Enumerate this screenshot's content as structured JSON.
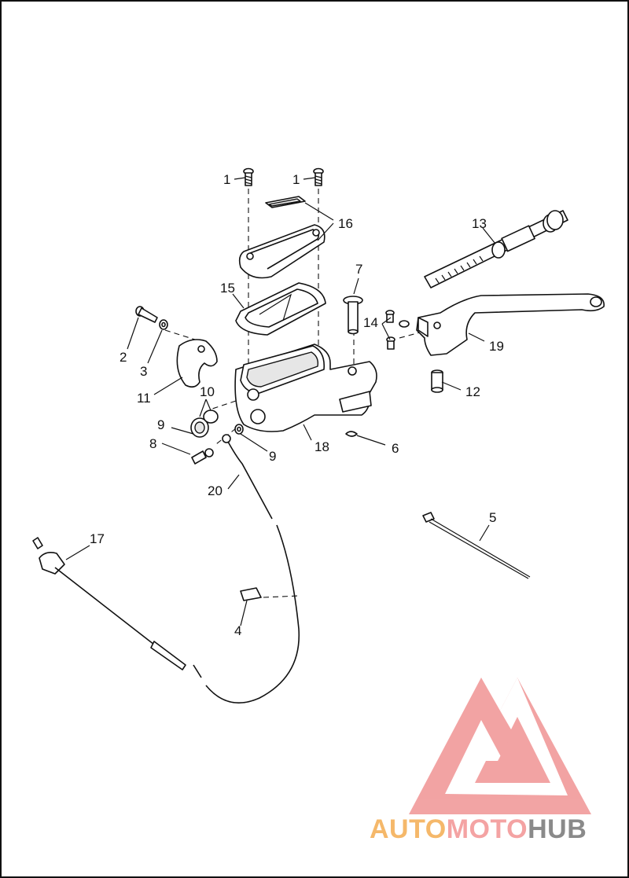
{
  "callouts": {
    "c1a": "1",
    "c1b": "1",
    "c2": "2",
    "c3": "3",
    "c4": "4",
    "c5": "5",
    "c6": "6",
    "c7": "7",
    "c8": "8",
    "c9a": "9",
    "c9b": "9",
    "c10": "10",
    "c11": "11",
    "c12": "12",
    "c13": "13",
    "c14": "14",
    "c15": "15",
    "c16": "16",
    "c17": "17",
    "c18": "18",
    "c19": "19",
    "c20": "20"
  },
  "watermark": {
    "part1": "AUTO",
    "part2": "MOTO",
    "part3": "HUB",
    "colors": {
      "auto": "#f5b86a",
      "moto": "#f4a3a3",
      "hub": "#8a8a8a",
      "logo": "#f19a9a"
    }
  }
}
